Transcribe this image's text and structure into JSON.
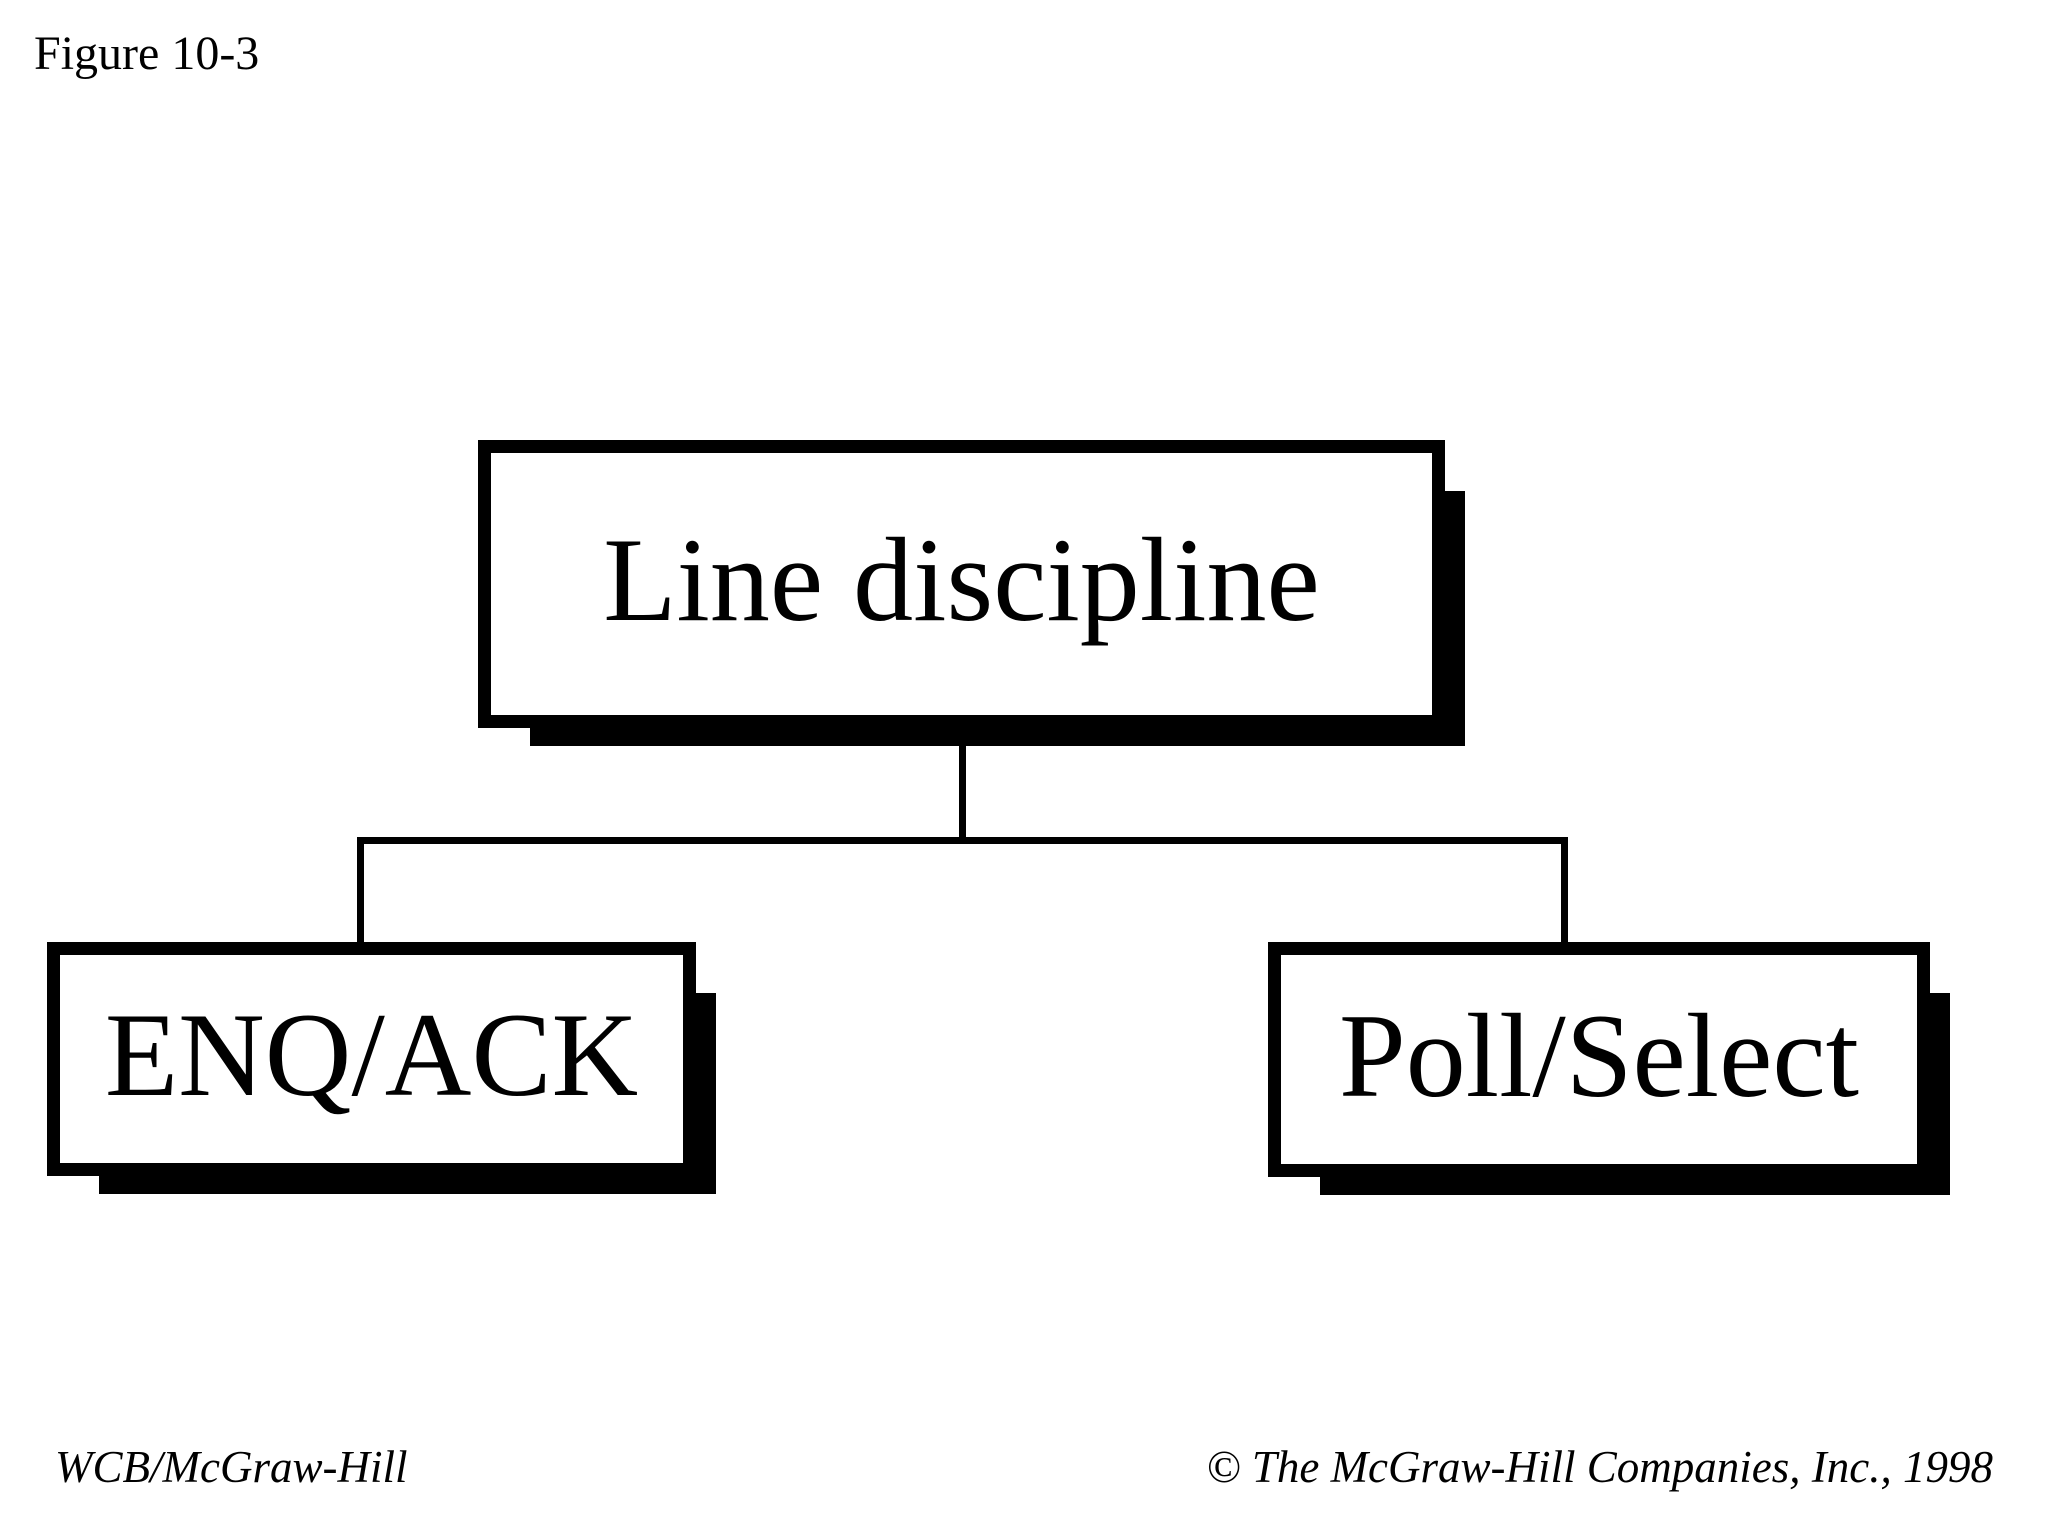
{
  "figure_label": "Figure 10-3",
  "diagram": {
    "type": "tree",
    "root": {
      "label": "Line discipline"
    },
    "children": [
      {
        "label": "ENQ/ACK"
      },
      {
        "label": "Poll/Select"
      }
    ]
  },
  "footer": {
    "left": "WCB/McGraw-Hill",
    "right": "© The McGraw-Hill Companies, Inc., 1998"
  },
  "colors": {
    "ink": "#000000",
    "background": "#ffffff"
  }
}
